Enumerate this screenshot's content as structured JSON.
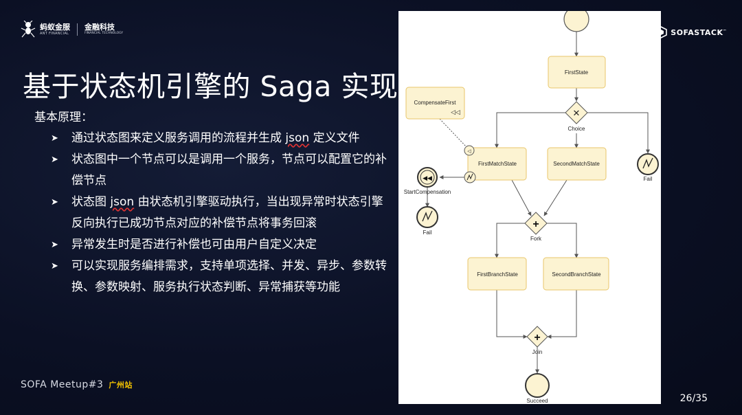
{
  "brand": {
    "ant_cn": "蚂蚁金服",
    "ant_en": "ANT FINANCIAL",
    "tech_cn": "金融科技",
    "tech_en": "FINANCIAL TECHNOLOGY",
    "sofastack": "SOFASTACK"
  },
  "slide": {
    "title": "基于状态机引擎的 Saga 实现",
    "subheading": "基本原理：",
    "bullets": [
      {
        "pre": "通过状态图来定义服务调用的流程并生成 ",
        "mark": "json",
        "post": " 定义文件"
      },
      {
        "pre": "状态图中一个节点可以是调用一个服务，节点可以配置它的补偿节点",
        "mark": "",
        "post": ""
      },
      {
        "pre": "状态图 ",
        "mark": "json",
        "post": " 由状态机引擎驱动执行，当出现异常时状态引擎反向执行已成功节点对应的补偿节点将事务回滚"
      },
      {
        "pre": "异常发生时是否进行补偿也可由用户自定义决定",
        "mark": "",
        "post": ""
      },
      {
        "pre": "可以实现服务编排需求，支持单项选择、并发、异步、参数转换、参数映射、服务执行状态判断、异常捕获等功能",
        "mark": "",
        "post": ""
      }
    ],
    "footer_event": "SOFA Meetup#3",
    "footer_location": "广州站",
    "page_number": "26/35"
  },
  "diagram": {
    "states": {
      "first": "FirstState",
      "compensate_first": "CompensateFirst",
      "first_match": "FirstMatchState",
      "second_match": "SecondMatchState",
      "first_branch": "FirstBranchState",
      "second_branch": "SecondBranchState"
    },
    "gateways": {
      "choice": "Choice",
      "fork": "Fork",
      "join": "Join"
    },
    "events": {
      "start_compensation": "StartCompensation",
      "fail_left": "Fail",
      "fail_right": "Fail",
      "succeed": "Succeed"
    },
    "colors": {
      "task_fill": "#fcf3d2",
      "task_stroke": "#e8c66a",
      "event_fill": "#fcf3d2",
      "line": "#555555"
    }
  }
}
